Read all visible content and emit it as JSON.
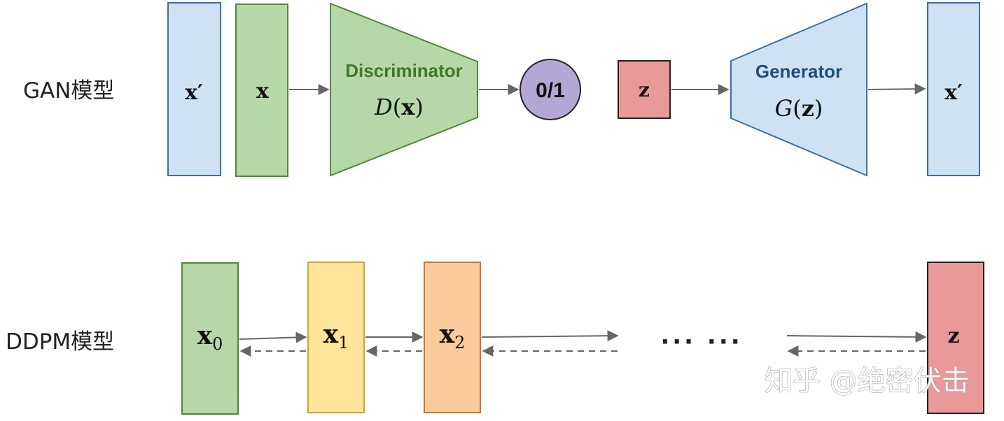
{
  "gan": {
    "label": "GAN模型",
    "x_prime_left": "x′",
    "x_input": "x",
    "discriminator": {
      "name": "Discriminator",
      "fn": "D",
      "arg": "x"
    },
    "output": "0/1",
    "z_input": "z",
    "generator": {
      "name": "Generator",
      "fn": "G",
      "arg": "z"
    },
    "x_prime_right": "x′"
  },
  "ddpm": {
    "label": "DDPM模型",
    "x0_base": "x",
    "x0_sub": "0",
    "x1_base": "x",
    "x1_sub": "1",
    "x2_base": "x",
    "x2_sub": "2",
    "ellipsis": "··· ···",
    "z": "z"
  },
  "watermark": "知乎 @绝密伏击",
  "colors": {
    "blue_fill": "#cfe2f3",
    "blue_stroke": "#3d6fa5",
    "green_fill": "#b6d7a8",
    "green_stroke": "#4f8a35",
    "purple_fill": "#b4a7d6",
    "red_fill": "#ea9999",
    "yellow_fill": "#ffe599",
    "yellow_stroke": "#c9a436",
    "orange_fill": "#f9cb9c",
    "orange_stroke": "#c8743a",
    "arrow": "#666666",
    "discriminator_text": "#3e7a26",
    "generator_text": "#1f4e79"
  }
}
